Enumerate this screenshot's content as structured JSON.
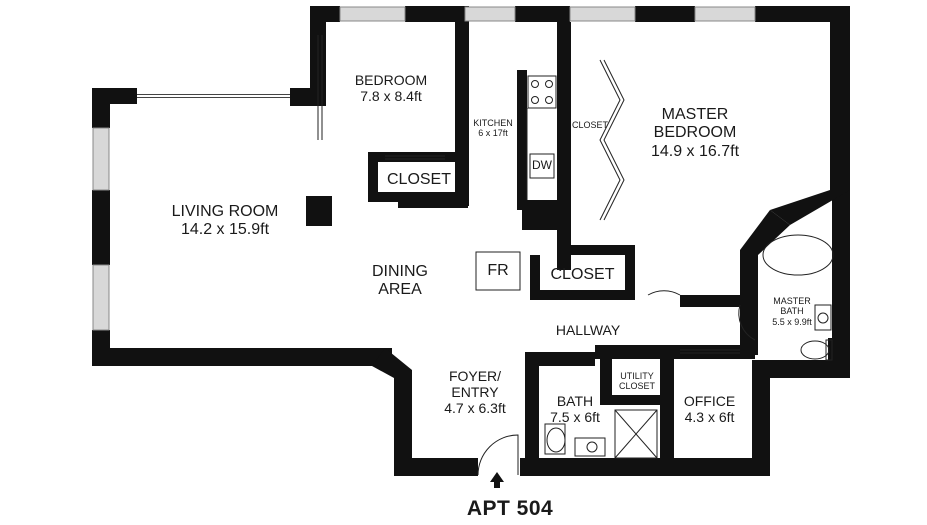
{
  "title": "APT 504",
  "rooms": {
    "living_room": {
      "name": "LIVING ROOM",
      "size": "14.2 x 15.9ft"
    },
    "dining_area": {
      "name_line1": "DINING",
      "name_line2": "AREA"
    },
    "bedroom": {
      "name": "BEDROOM",
      "size": "7.8 x 8.4ft"
    },
    "kitchen": {
      "name": "KITCHEN",
      "size": "6 x 17ft"
    },
    "master_bedroom": {
      "name_line1": "MASTER",
      "name_line2": "BEDROOM",
      "size": "14.9 x 16.7ft"
    },
    "master_bath": {
      "name_line1": "MASTER",
      "name_line2": "BATH",
      "size": "5.5 x 9.9ft"
    },
    "hallway": {
      "name": "HALLWAY"
    },
    "foyer": {
      "name_line1": "FOYER/",
      "name_line2": "ENTRY",
      "size": "4.7 x 6.3ft"
    },
    "bath": {
      "name": "BATH",
      "size": "7.5 x 6ft"
    },
    "utility_closet": {
      "name_line1": "UTILITY",
      "name_line2": "CLOSET"
    },
    "office": {
      "name": "OFFICE",
      "size": "4.3 x 6ft"
    }
  },
  "fixtures": {
    "bedroom_closet": "CLOSET",
    "hall_closet": "CLOSET",
    "master_closet": "CLOSET",
    "dishwasher": "DW",
    "fridge": "FR"
  },
  "colors": {
    "wall": "#111111",
    "window": "#c8c8c8",
    "fixture_line": "#222222"
  }
}
